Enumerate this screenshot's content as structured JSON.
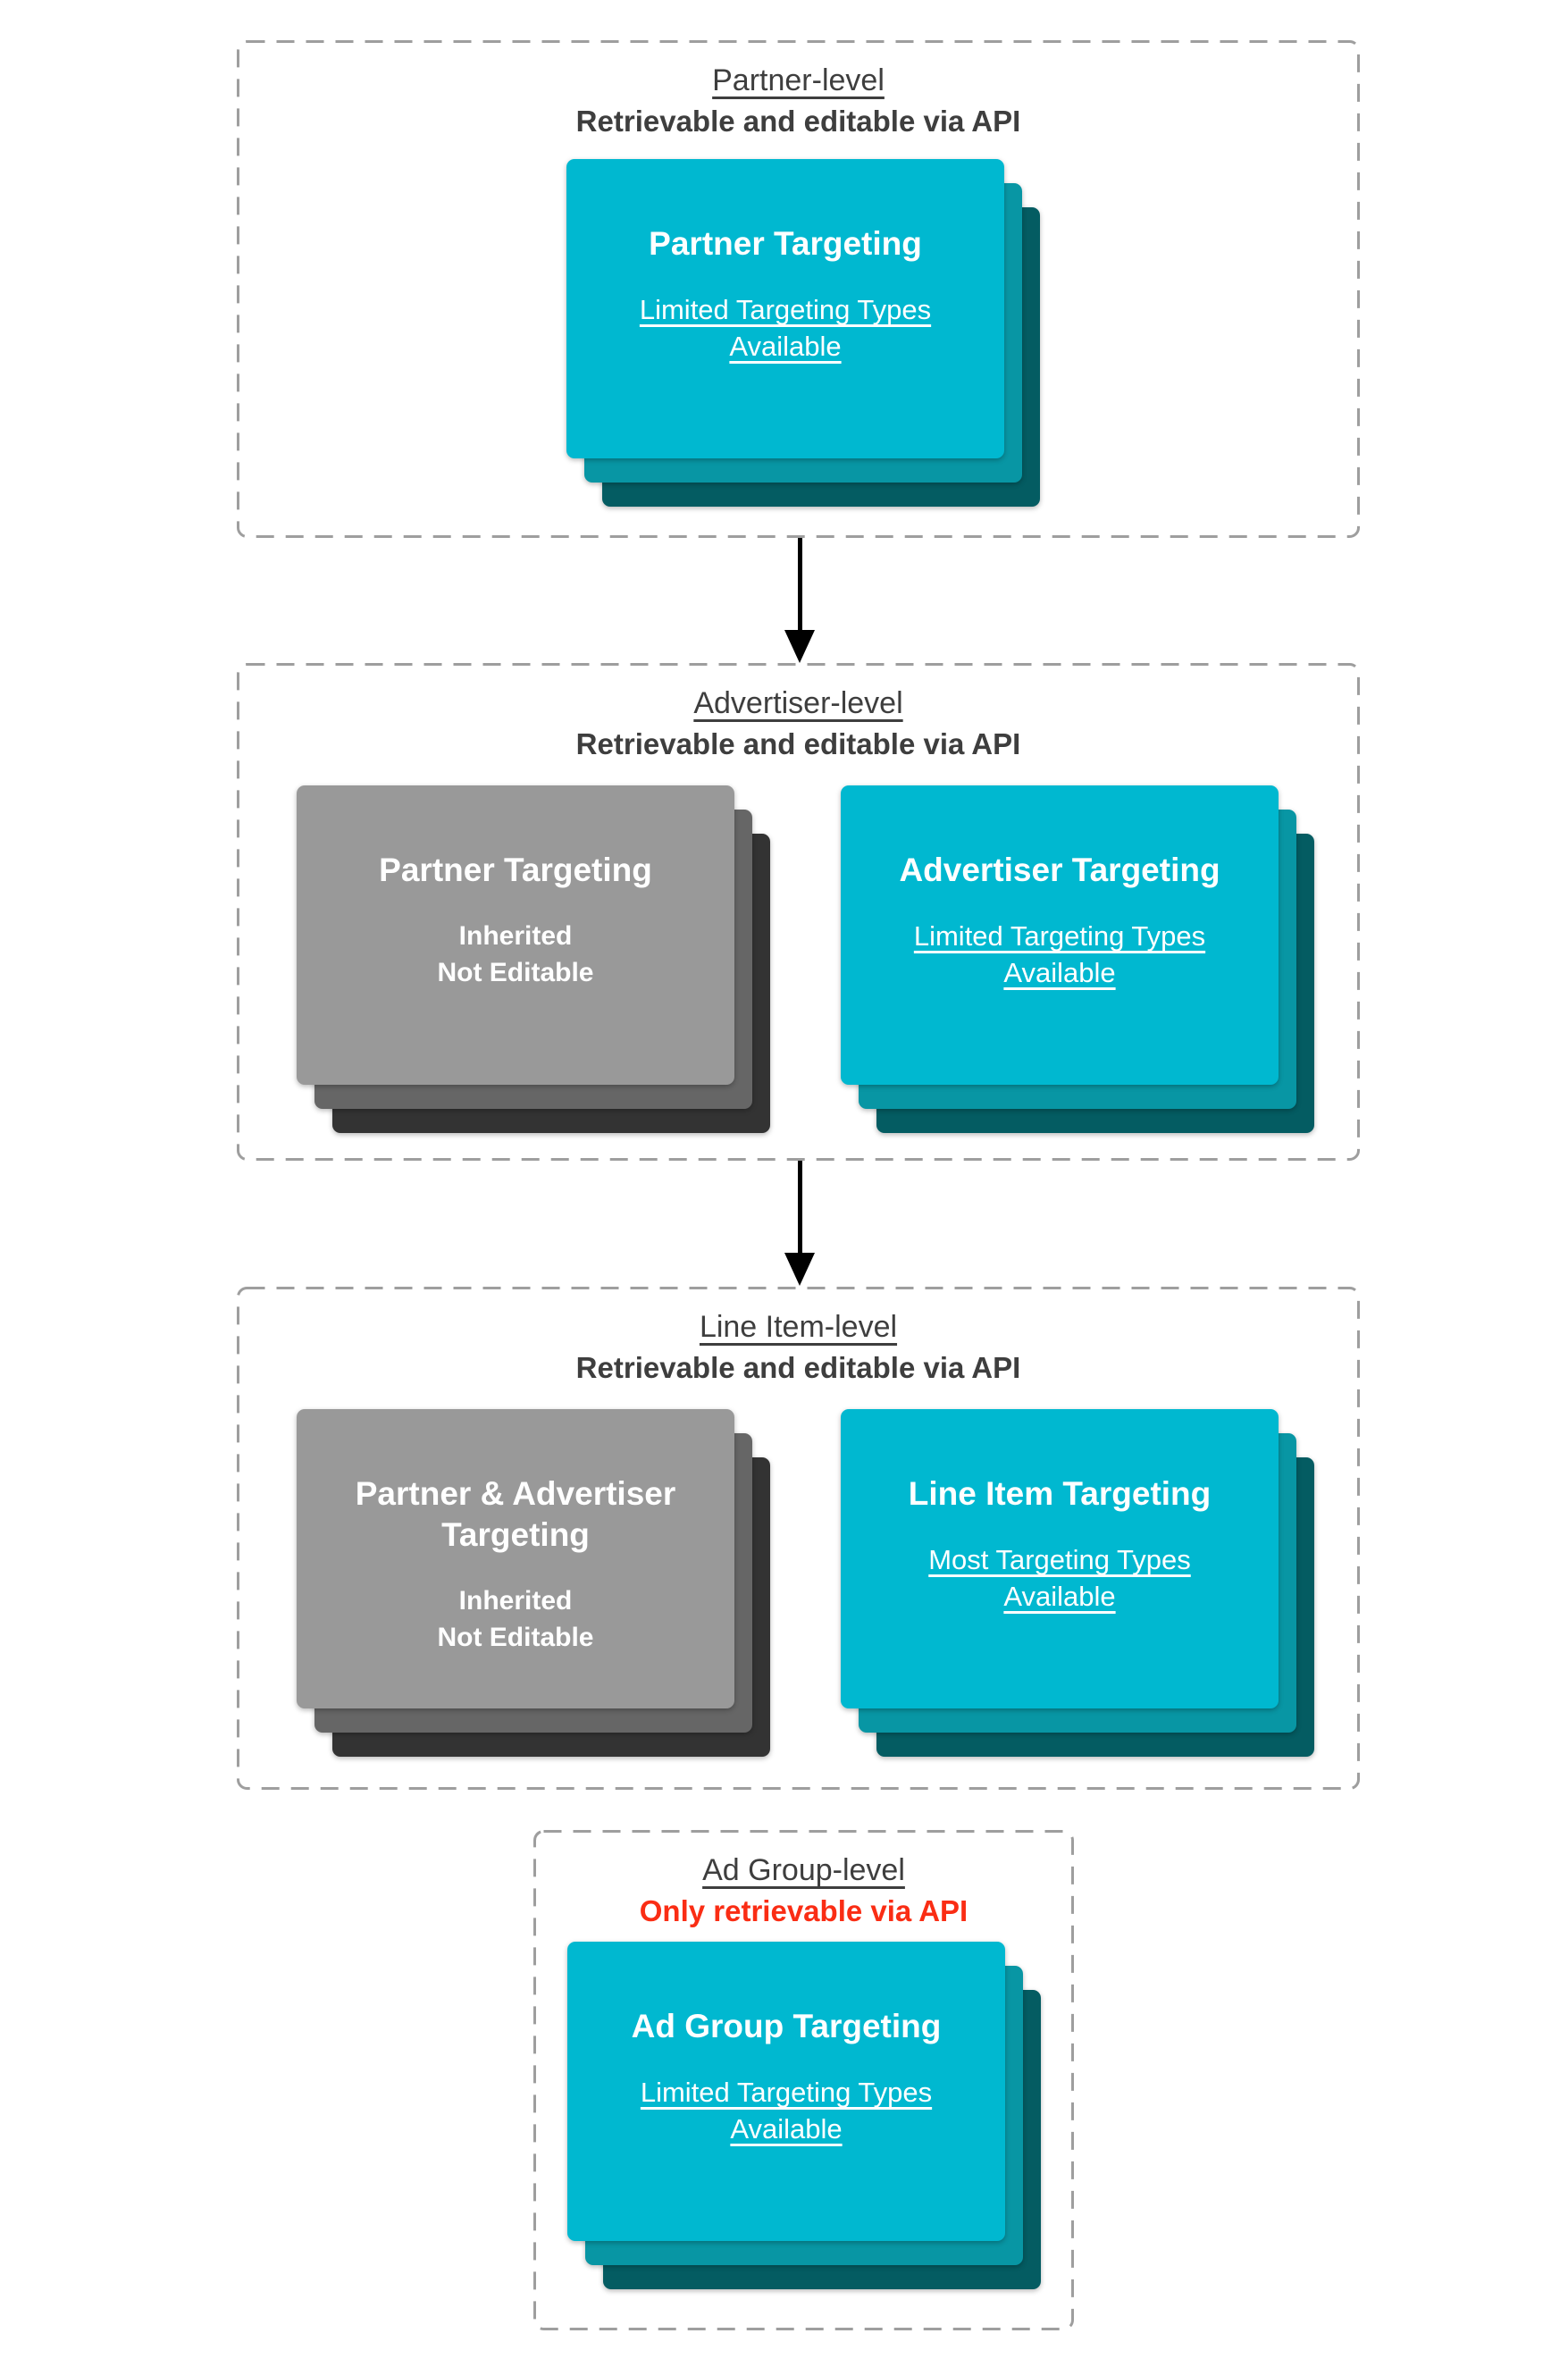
{
  "palette": {
    "teal_front": "#00b8d0",
    "teal_mid": "#0896a4",
    "teal_back": "#045c62",
    "gray_front": "#999999",
    "gray_mid": "#666666",
    "gray_back": "#333333",
    "heading_color": "#3e3e3e",
    "red_color": "#fa2d14",
    "dash_border_color": "#9e9e9e",
    "arrow_color": "#000000",
    "card_text_color": "#ffffff"
  },
  "icons": {
    "connector": "down-arrow-icon"
  },
  "sections": [
    {
      "title": "Partner-level",
      "subtitle": "Retrievable and editable via API",
      "cards": [
        {
          "variant": "teal",
          "title": "Partner Targeting",
          "body": "Limited Targeting Types\nAvailable",
          "body_underlined": true
        }
      ]
    },
    {
      "title": "Advertiser-level",
      "subtitle": "Retrievable and editable via API",
      "cards": [
        {
          "variant": "gray",
          "title": "Partner Targeting",
          "body": "Inherited\nNot Editable",
          "body_underlined": false
        },
        {
          "variant": "teal",
          "title": "Advertiser Targeting",
          "body": "Limited Targeting Types\nAvailable",
          "body_underlined": true
        }
      ]
    },
    {
      "title": "Line Item-level",
      "subtitle": "Retrievable and editable via API",
      "cards": [
        {
          "variant": "gray",
          "title": "Partner & Advertiser\nTargeting",
          "body": "Inherited\nNot Editable",
          "body_underlined": false
        },
        {
          "variant": "teal",
          "title": "Line Item Targeting",
          "body": "Most Targeting Types\nAvailable",
          "body_underlined": true
        }
      ]
    },
    {
      "title": "Ad Group-level",
      "subtitle": "Only retrievable via API",
      "subtitle_style": "red",
      "cards": [
        {
          "variant": "teal",
          "title": "Ad Group Targeting",
          "body": "Limited Targeting Types\nAvailable",
          "body_underlined": true
        }
      ]
    }
  ]
}
